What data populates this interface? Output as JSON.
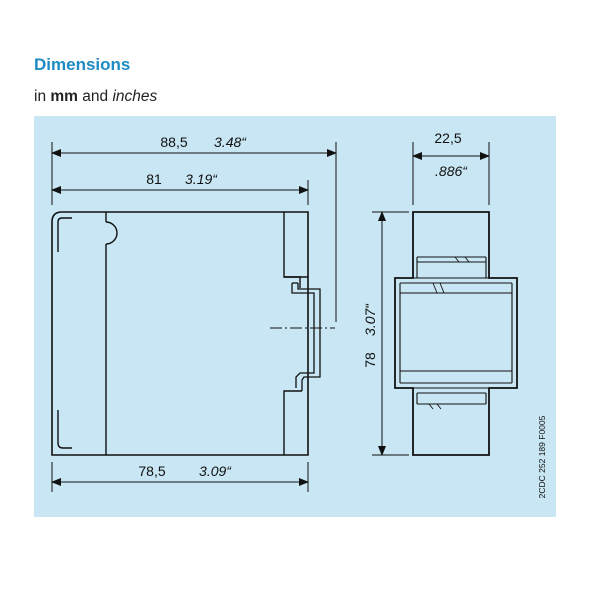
{
  "heading": {
    "title": "Dimensions",
    "units_prefix": "in",
    "unit_metric": "mm",
    "units_join": "and",
    "unit_imperial": "inches"
  },
  "dimensions": {
    "overall_width_mm": "88,5",
    "overall_width_in": "3.48“",
    "body_width_mm": "81",
    "body_width_in": "3.19“",
    "base_width_mm": "78,5",
    "base_width_in": "3.09“",
    "height_mm": "78",
    "height_in": "3.07“",
    "depth_mm": "22,5",
    "depth_in": ".886“"
  },
  "drawing_code": "2CDC 252 189 F0005",
  "colors": {
    "title": "#1e8bc3",
    "panel": "#c8e6f3",
    "line": "#111111"
  }
}
